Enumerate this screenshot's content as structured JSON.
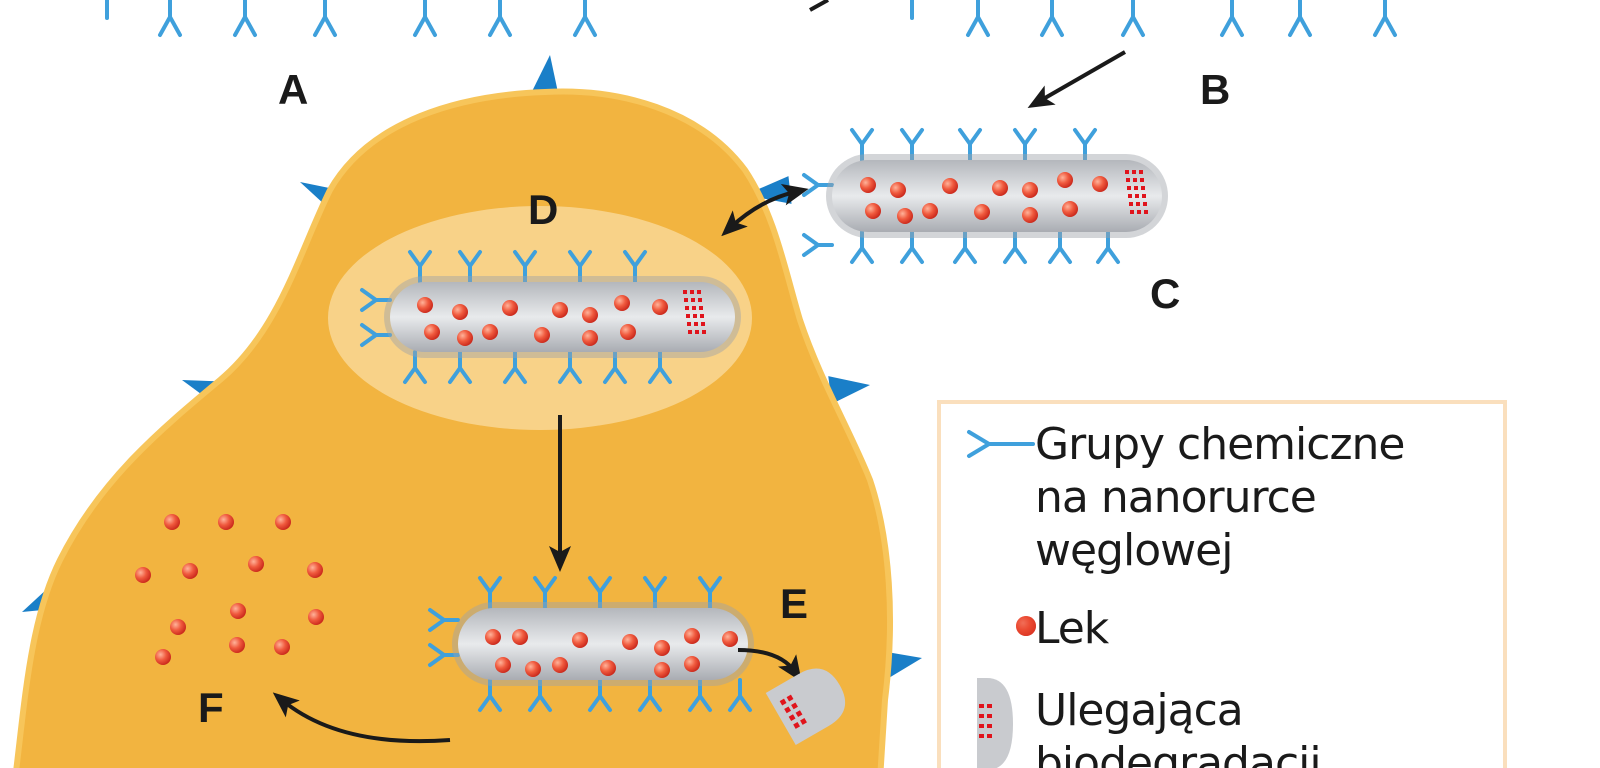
{
  "labels": {
    "a": "A",
    "b": "B",
    "c": "C",
    "d": "D",
    "e": "E",
    "f": "F"
  },
  "legend": {
    "chemical_groups": [
      "Grupy chemiczne",
      "na nanorurce",
      "węglowej"
    ],
    "drug": "Lek",
    "degradable": [
      "Ulegająca",
      "biodegradacji"
    ]
  },
  "colors": {
    "antibody": "#3fa0dc",
    "cell": "#f2b440",
    "spike": "#1a7fc8",
    "drug": "#e8412c",
    "tube": "#bfc2c7",
    "legend_border": "#fadfbd"
  }
}
